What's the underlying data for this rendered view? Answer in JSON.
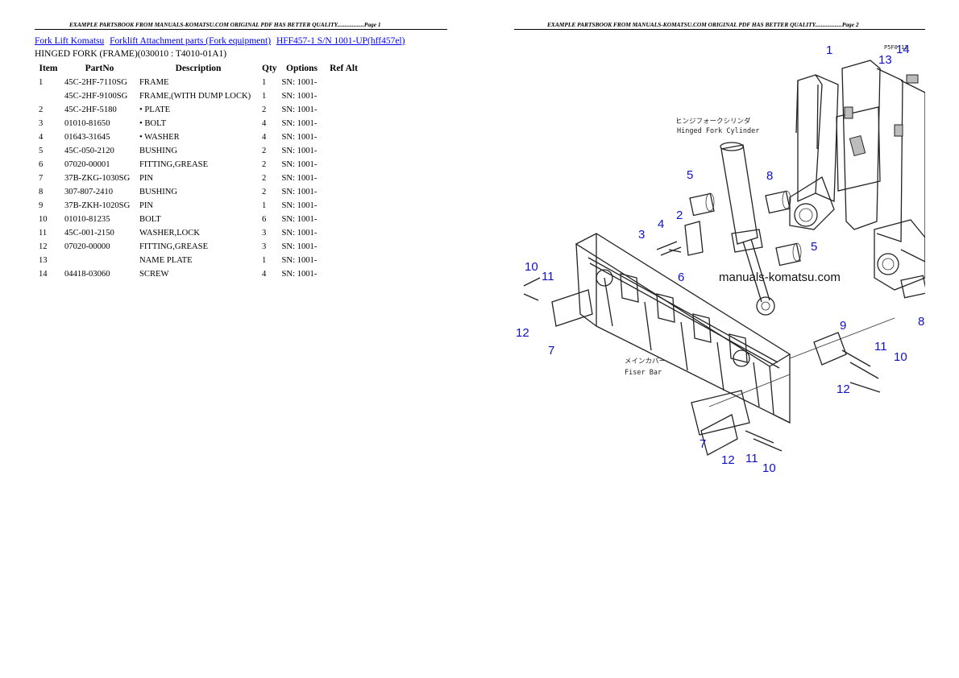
{
  "header": {
    "page1": "EXAMPLE PARTSBOOK FROM MANUALS-KOMATSU.COM ORIGINAL PDF HAS BETTER QUALITY..................Page 1",
    "page2": "EXAMPLE PARTSBOOK FROM MANUALS-KOMATSU.COM ORIGINAL PDF HAS BETTER QUALITY..................Page 2"
  },
  "breadcrumb": {
    "link1": "Fork Lift Komatsu",
    "link2": "Forklift Attachment parts (Fork equipment)",
    "link3": "HFF457-1 S/N 1001-UP(hff457el)"
  },
  "subtitle": "HINGED FORK (FRAME)(030010 : T4010-01A1)",
  "table": {
    "columns": [
      "Item",
      "PartNo",
      "Description",
      "Qty",
      "Options",
      "Ref Alt"
    ],
    "rows": [
      {
        "item": "1",
        "part": "45C-2HF-7110SG",
        "desc": "FRAME",
        "qty": "1",
        "opt": "SN: 1001-",
        "alt": ""
      },
      {
        "item": "",
        "part": "45C-2HF-9100SG",
        "desc": "FRAME,(WITH DUMP LOCK)",
        "qty": "1",
        "opt": "SN: 1001-",
        "alt": ""
      },
      {
        "item": "2",
        "part": "45C-2HF-5180",
        "desc": "• PLATE",
        "qty": "2",
        "opt": "SN: 1001-",
        "alt": ""
      },
      {
        "item": "3",
        "part": "01010-81650",
        "desc": "• BOLT",
        "qty": "4",
        "opt": "SN: 1001-",
        "alt": ""
      },
      {
        "item": "4",
        "part": "01643-31645",
        "desc": "• WASHER",
        "qty": "4",
        "opt": "SN: 1001-",
        "alt": ""
      },
      {
        "item": "5",
        "part": "45C-050-2120",
        "desc": "BUSHING",
        "qty": "2",
        "opt": "SN: 1001-",
        "alt": ""
      },
      {
        "item": "6",
        "part": "07020-00001",
        "desc": "FITTING,GREASE",
        "qty": "2",
        "opt": "SN: 1001-",
        "alt": ""
      },
      {
        "item": "7",
        "part": "37B-ZKG-1030SG",
        "desc": "PIN",
        "qty": "2",
        "opt": "SN: 1001-",
        "alt": ""
      },
      {
        "item": "8",
        "part": "307-807-2410",
        "desc": "BUSHING",
        "qty": "2",
        "opt": "SN: 1001-",
        "alt": ""
      },
      {
        "item": "9",
        "part": "37B-ZKH-1020SG",
        "desc": "PIN",
        "qty": "1",
        "opt": "SN: 1001-",
        "alt": ""
      },
      {
        "item": "10",
        "part": "01010-81235",
        "desc": "BOLT",
        "qty": "6",
        "opt": "SN: 1001-",
        "alt": ""
      },
      {
        "item": "11",
        "part": "45C-001-2150",
        "desc": "WASHER,LOCK",
        "qty": "3",
        "opt": "SN: 1001-",
        "alt": ""
      },
      {
        "item": "12",
        "part": "07020-00000",
        "desc": "FITTING,GREASE",
        "qty": "3",
        "opt": "SN: 1001-",
        "alt": ""
      },
      {
        "item": "13",
        "part": "",
        "desc": "NAME PLATE",
        "qty": "1",
        "opt": "SN: 1001-",
        "alt": ""
      },
      {
        "item": "14",
        "part": "04418-03060",
        "desc": "SCREW",
        "qty": "4",
        "opt": "SN: 1001-",
        "alt": ""
      }
    ]
  },
  "diagram": {
    "watermark": "manuals-komatsu.com",
    "caption_cylinder_jp": "ヒンジフォークシリンダ",
    "caption_cylinder_en": "Hinged Fork Cylinder",
    "caption_bar_jp": "メインカバー",
    "caption_bar_en": "Fiser Bar",
    "figure_code": "P5F0 12",
    "callouts": [
      "1",
      "13",
      "14",
      "5",
      "8",
      "4",
      "2",
      "3",
      "6",
      "5",
      "10",
      "11",
      "12",
      "7",
      "9",
      "11",
      "10",
      "12",
      "7",
      "12",
      "11",
      "10",
      "8"
    ],
    "label_color": "#1010c8"
  }
}
